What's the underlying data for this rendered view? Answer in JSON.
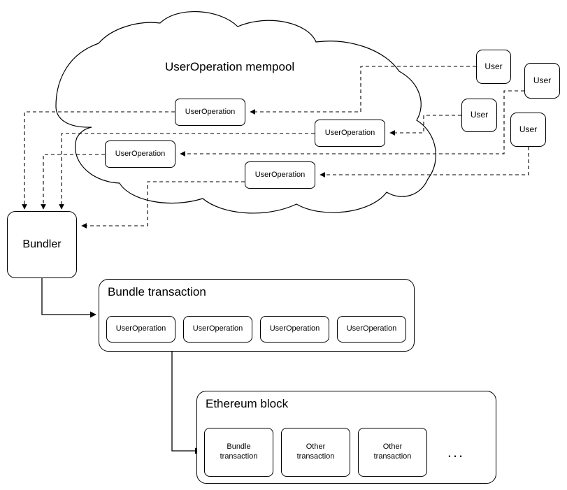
{
  "diagram": {
    "title": "UserOperation mempool",
    "mempool": {
      "label": "UserOperation mempool",
      "operations": [
        {
          "label": "UserOperation"
        },
        {
          "label": "UserOperation"
        },
        {
          "label": "UserOperation"
        },
        {
          "label": "UserOperation"
        }
      ]
    },
    "users": [
      {
        "label": "User"
      },
      {
        "label": "User"
      },
      {
        "label": "User"
      },
      {
        "label": "User"
      }
    ],
    "bundler": {
      "label": "Bundler"
    },
    "bundle_transaction": {
      "title": "Bundle transaction",
      "operations": [
        {
          "label": "UserOperation"
        },
        {
          "label": "UserOperation"
        },
        {
          "label": "UserOperation"
        },
        {
          "label": "UserOperation"
        }
      ]
    },
    "ethereum_block": {
      "title": "Ethereum block",
      "transactions": [
        {
          "label": "Bundle\ntransaction",
          "line1": "Bundle",
          "line2": "transaction"
        },
        {
          "label": "Other\ntransaction",
          "line1": "Other",
          "line2": "transaction"
        },
        {
          "label": "Other\ntransaction",
          "line1": "Other",
          "line2": "transaction"
        }
      ],
      "more_indicator": "..."
    },
    "colors": {
      "stroke": "#000000",
      "background": "#ffffff",
      "text": "#000000"
    }
  }
}
